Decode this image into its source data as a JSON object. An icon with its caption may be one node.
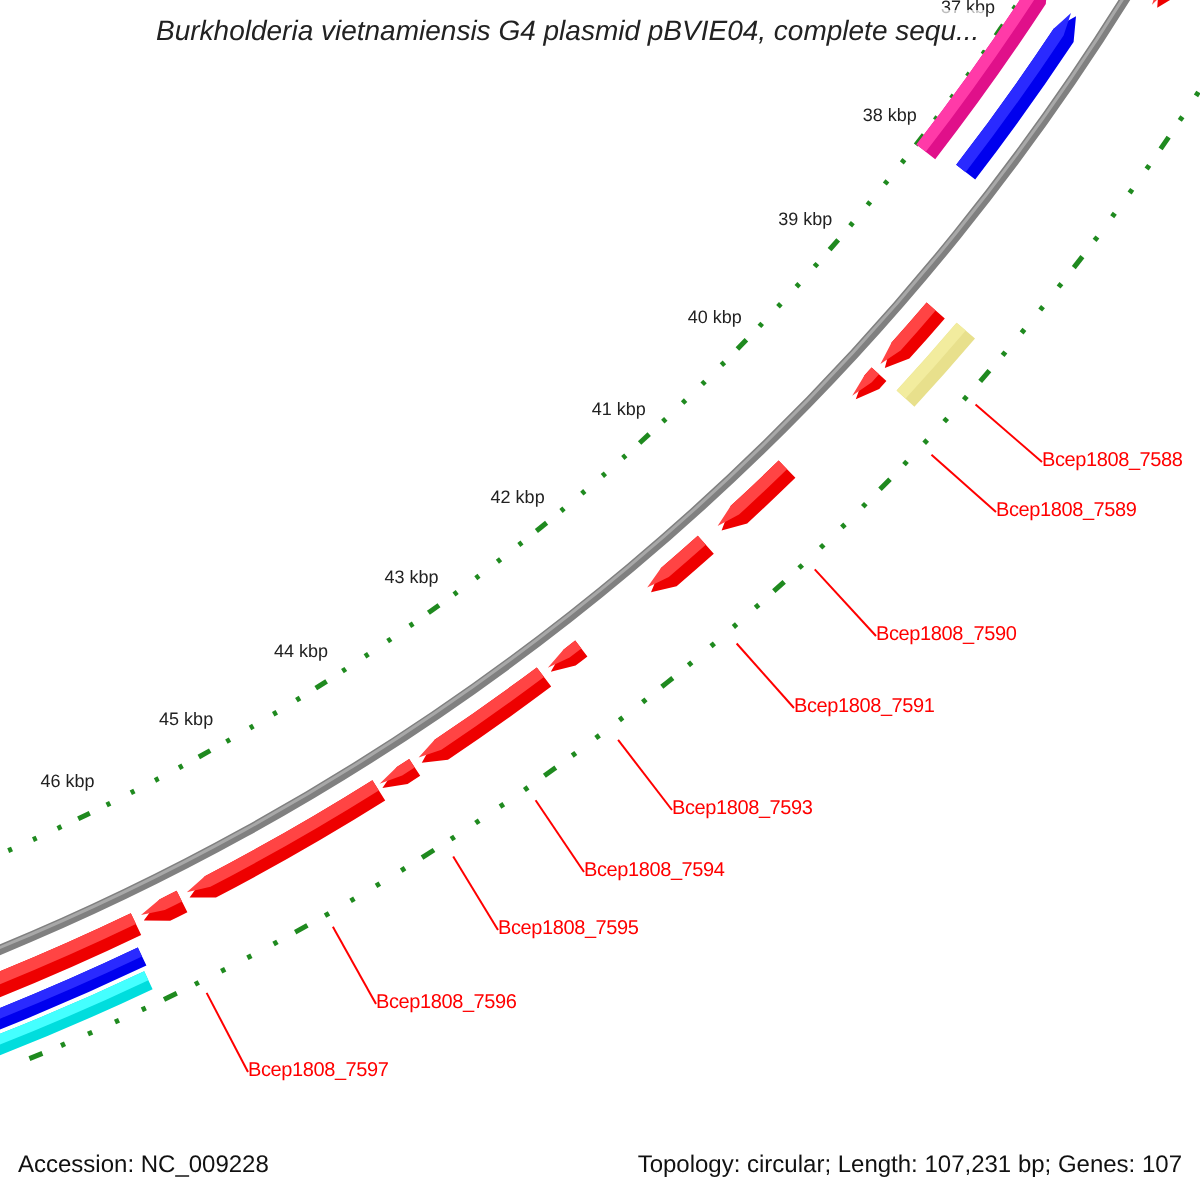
{
  "diagram": {
    "title": "Burkholderia vietnamiensis G4 plasmid pBVIE04, complete sequ...",
    "nodes": [
      {
        "text": [
          "Bcep1808_7588"
        ]
      },
      {
        "text": [
          "Bcep1808_7589"
        ]
      },
      {
        "text": [
          "Bcep1808_7590"
        ]
      },
      {
        "text": [
          "Bcep1808_7591"
        ]
      },
      {
        "text": [
          "Bcep1808_7593"
        ]
      },
      {
        "text": [
          "Bcep1808_7594"
        ]
      },
      {
        "text": [
          "Bcep1808_7595"
        ]
      },
      {
        "text": [
          "Bcep1808_7596"
        ]
      },
      {
        "text": [
          "Bcep1808_7597"
        ]
      }
    ],
    "edges": [
      {
        "from": 0,
        "to": null,
        "arrow": "none"
      },
      {
        "from": 1,
        "to": null,
        "arrow": "none"
      },
      {
        "from": 2,
        "to": null,
        "arrow": "none"
      },
      {
        "from": 3,
        "to": null,
        "arrow": "none"
      },
      {
        "from": 4,
        "to": null,
        "arrow": "none"
      },
      {
        "from": 5,
        "to": null,
        "arrow": "none"
      },
      {
        "from": 6,
        "to": null,
        "arrow": "none"
      },
      {
        "from": 7,
        "to": null,
        "arrow": "none"
      },
      {
        "from": 8,
        "to": null,
        "arrow": "none"
      }
    ],
    "labels": [
      "37 kbp",
      "38 kbp",
      "39 kbp",
      "40 kbp",
      "41 kbp",
      "42 kbp",
      "43 kbp",
      "44 kbp",
      "45 kbp",
      "46 kbp",
      "Accession: NC_009228",
      "Topology: circular; Length: 107,231 bp; Genes: 107"
    ]
  }
}
